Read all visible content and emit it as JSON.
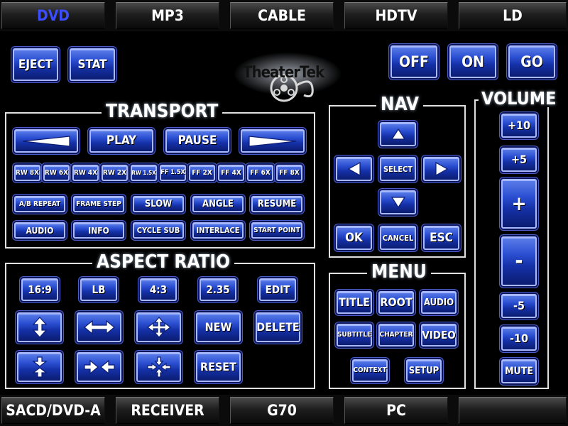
{
  "top_tabs": [
    "DVD",
    "MP3",
    "CABLE",
    "HDTV",
    "LD"
  ],
  "bottom_tabs": [
    "SACD/DVD-A",
    "RECEIVER",
    "G70",
    "PC",
    ""
  ],
  "top_left_buttons": {
    "eject": "EJECT",
    "stat": "STAT"
  },
  "logo": {
    "text": "TheaterTek"
  },
  "power": {
    "off": "OFF",
    "on": "ON",
    "go": "GO"
  },
  "transport": {
    "title": "TRANSPORT",
    "play": "PLAY",
    "pause": "PAUSE",
    "speeds": [
      "RW 8X",
      "RW 6X",
      "RW 4X",
      "RW 2X",
      "RW 1.5X",
      "FF 1.5X",
      "FF 2X",
      "FF 4X",
      "FF 6X",
      "FF 8X"
    ],
    "row3": [
      "A/B REPEAT",
      "FRAME STEP",
      "SLOW",
      "ANGLE",
      "RESUME"
    ],
    "row4": [
      "AUDIO",
      "INFO",
      "CYCLE SUB",
      "INTERLACE",
      "START POINT"
    ]
  },
  "aspect": {
    "title": "ASPECT RATIO",
    "presets": [
      "16:9",
      "LB",
      "4:3",
      "2.35",
      "EDIT"
    ],
    "new": "NEW",
    "delete": "DELETE",
    "reset": "RESET",
    "icons": [
      "stretch-vertical-icon",
      "stretch-horizontal-icon",
      "expand-all-icon",
      "shrink-vertical-icon",
      "shrink-horizontal-icon",
      "shrink-all-icon"
    ]
  },
  "nav": {
    "title": "NAV",
    "select": "SELECT",
    "ok": "OK",
    "cancel": "CANCEL",
    "esc": "ESC"
  },
  "menu": {
    "title": "MENU",
    "items": [
      "TITLE",
      "ROOT",
      "AUDIO",
      "SUBTITLE",
      "CHAPTER",
      "VIDEO",
      "CONTEXT",
      "SETUP"
    ]
  },
  "volume": {
    "title": "VOLUME",
    "up10": "+10",
    "up5": "+5",
    "plus": "+",
    "minus": "-",
    "down5": "-5",
    "down10": "-10",
    "mute": "MUTE"
  }
}
